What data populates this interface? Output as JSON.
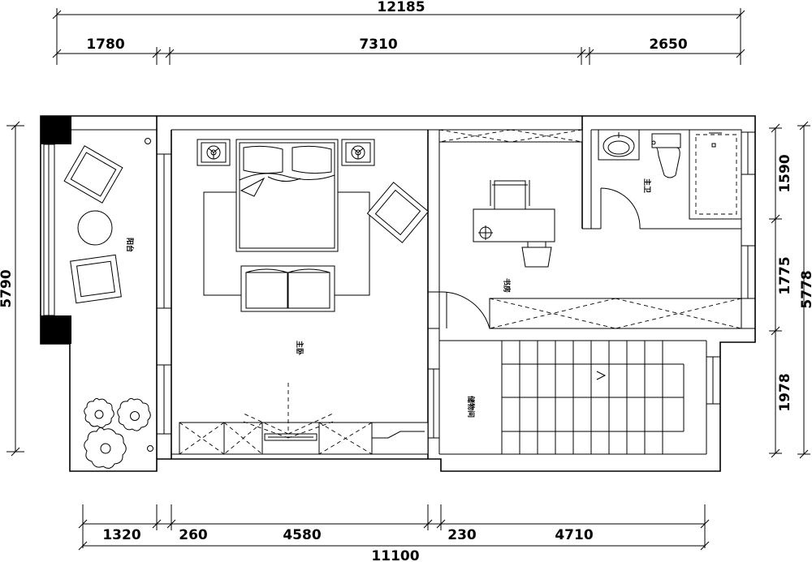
{
  "dimensions": {
    "top_total": "12185",
    "top_segments": [
      "1780",
      "7310",
      "2650"
    ],
    "bottom_segments": [
      "1320",
      "260",
      "4580",
      "230",
      "4710"
    ],
    "bottom_total": "11100",
    "left_total": "5790",
    "right_segments": [
      "1590",
      "1775",
      "1978"
    ],
    "right_total": "5778"
  },
  "rooms": {
    "balcony": "阳台",
    "master_bedroom": "主卧",
    "study": "书房",
    "master_bath": "主卫",
    "closet": "储物间"
  }
}
